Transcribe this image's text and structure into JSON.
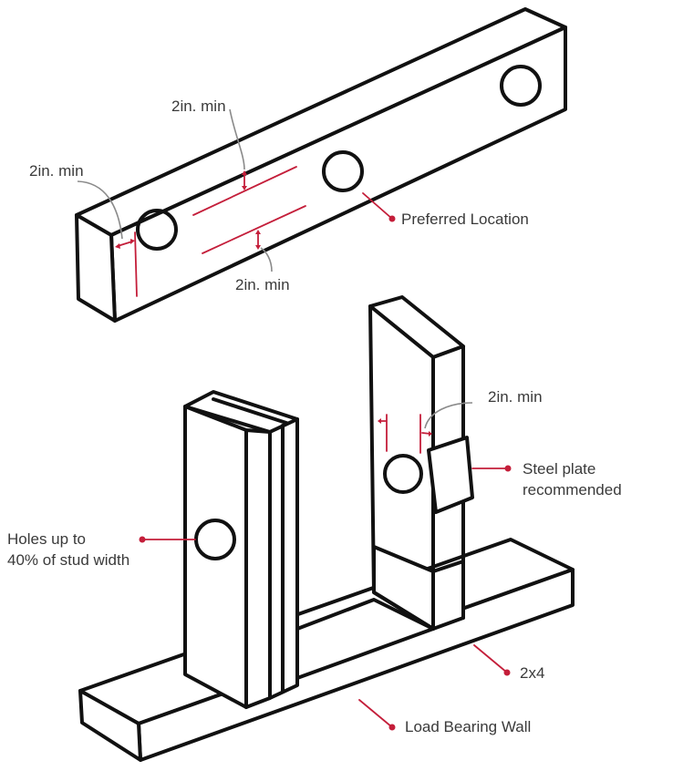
{
  "labels": {
    "min_top": "2in. min",
    "min_left": "2in. min",
    "min_bottom": "2in. min",
    "preferred_location": "Preferred Location",
    "min_stud": "2in. min",
    "steel_plate_line1": "Steel plate",
    "steel_plate_line2": "recommended",
    "holes_line1": "Holes up to",
    "holes_line2": "40% of stud width",
    "two_by_four": "2x4",
    "load_bearing": "Load Bearing Wall"
  },
  "colors": {
    "outline": "#111111",
    "accent": "#c41e3a",
    "text": "#3a3a3a"
  }
}
